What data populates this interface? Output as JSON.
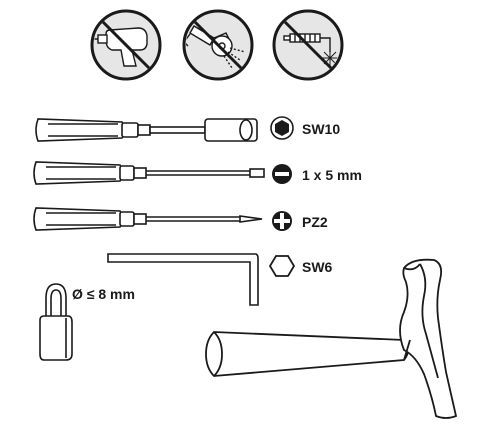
{
  "prohibited_tools": [
    {
      "icon": "hammer-drill-prohibited-icon"
    },
    {
      "icon": "angle-grinder-prohibited-icon"
    },
    {
      "icon": "heat-gun-prohibited-icon"
    }
  ],
  "tools": [
    {
      "icon": "socket-screwdriver-icon",
      "bit_symbol": "hexagon-filled-icon",
      "label": "SW10"
    },
    {
      "icon": "flat-screwdriver-icon",
      "bit_symbol": "slot-bit-icon",
      "label": "1 x 5 mm"
    },
    {
      "icon": "phillips-screwdriver-icon",
      "bit_symbol": "pozidriv-bit-icon",
      "label": "PZ2"
    },
    {
      "icon": "allen-key-icon",
      "bit_symbol": "hexagon-outline-icon",
      "label": "SW6"
    }
  ],
  "padlock": {
    "icon": "padlock-icon",
    "label": "Ø ≤ 8 mm"
  },
  "hammer": {
    "icon": "hammer-icon"
  },
  "colors": {
    "ink": "#1a1a1a",
    "prohibition_fill": "#e6e6e6"
  }
}
